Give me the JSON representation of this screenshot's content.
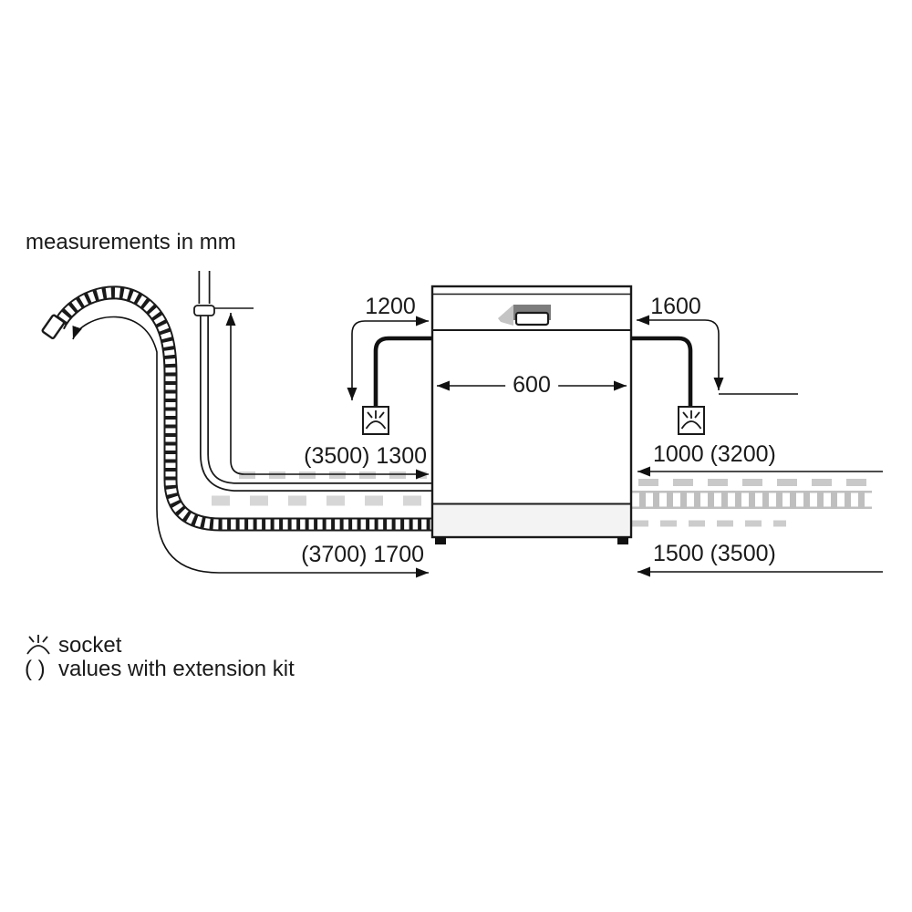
{
  "note": "measurements in mm",
  "dimensions": {
    "socket_left": "1200",
    "socket_right": "1600",
    "appliance_width": "600",
    "supply_hose_left": "(3500) 1300",
    "supply_hose_right": "1000 (3200)",
    "drain_hose_left": "(3700) 1700",
    "drain_hose_right": "1500 (3500)"
  },
  "legend": {
    "socket": "socket",
    "extension_symbol": "( )",
    "extension": "values with extension kit"
  },
  "colors": {
    "line": "#1a1a1a",
    "phantom_gray": "#c6c6c6",
    "handle_gray": "#7d7d7d"
  }
}
